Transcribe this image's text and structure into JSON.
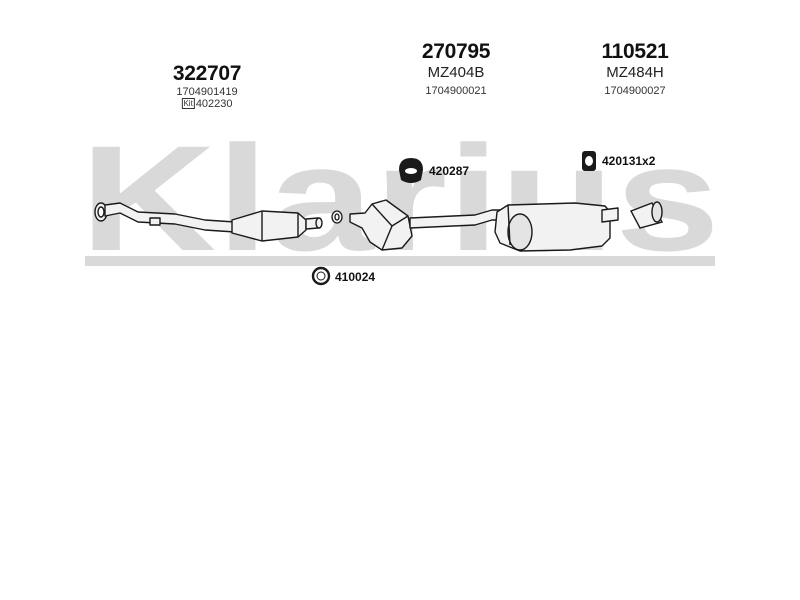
{
  "watermark": {
    "text": "Klarius",
    "color": "#d9d9d9"
  },
  "parts": [
    {
      "part_number": "322707",
      "code": "",
      "oe_number": "1704901419",
      "kit_tag": "Kit",
      "kit_number": "402230"
    },
    {
      "part_number": "270795",
      "code": "MZ404B",
      "oe_number": "1704900021"
    },
    {
      "part_number": "110521",
      "code": "MZ484H",
      "oe_number": "1704900027"
    }
  ],
  "accessories": [
    {
      "number": "420287",
      "icon": "rubber-hanger-icon"
    },
    {
      "number": "420131x2",
      "icon": "rubber-mount-icon"
    },
    {
      "number": "410024",
      "icon": "sealing-ring-icon"
    }
  ],
  "colors": {
    "line": "#1a1a1a",
    "part_fill": "#f2f2f2",
    "watermark": "#d9d9d9"
  }
}
